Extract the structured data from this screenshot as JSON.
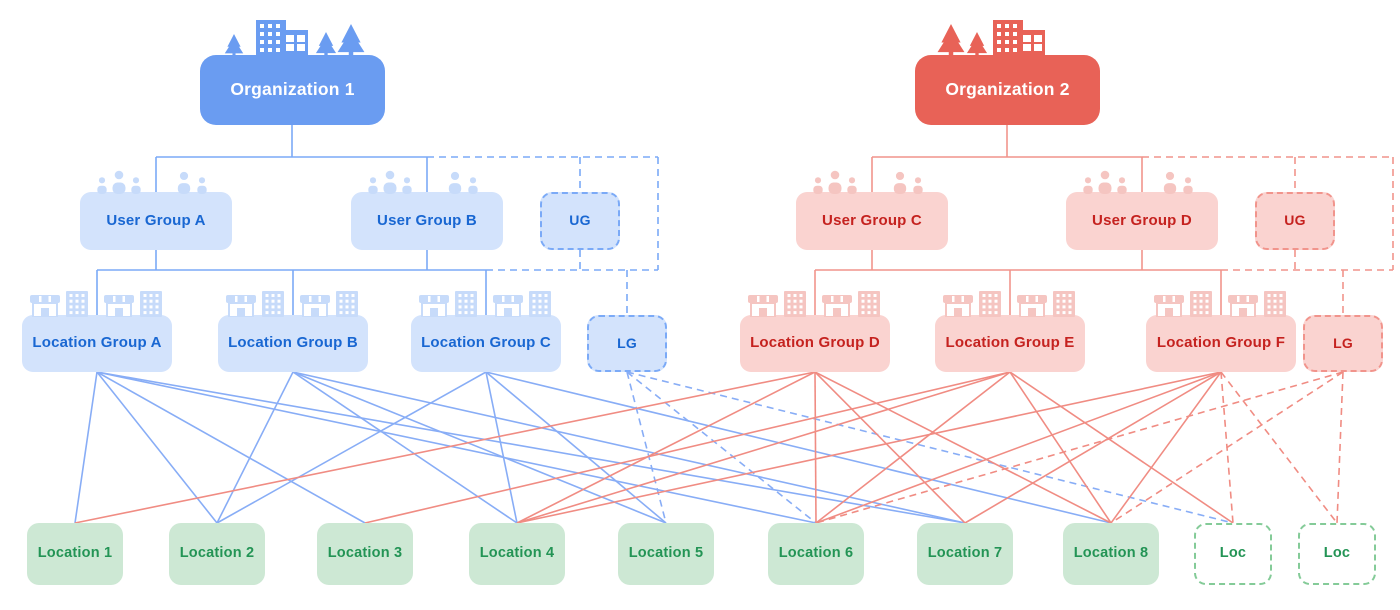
{
  "colors": {
    "org_blue": "#6A9CF1",
    "org_red": "#E86257",
    "light_blue": "#D3E3FC",
    "light_red": "#FAD3D0",
    "blue_text": "#1967D2",
    "red_text": "#C5221F",
    "blue_line": "#88ADF6",
    "red_line": "#F08C83",
    "dash_blue": "#7BAAF7",
    "dash_red": "#F1948C",
    "green_fill": "#CDE8D4",
    "green_text": "#239455",
    "green_border": "#84CB98",
    "icon_blue": "#C7DBFA",
    "icon_red": "#F5C5C1"
  },
  "diagram": {
    "organizations": [
      {
        "id": "org1",
        "label": "Organization 1",
        "theme": "blue"
      },
      {
        "id": "org2",
        "label": "Organization 2",
        "theme": "red"
      }
    ],
    "user_groups": [
      {
        "id": "ugA",
        "label": "User Group A",
        "theme": "blue",
        "placeholder": false
      },
      {
        "id": "ugB",
        "label": "User Group B",
        "theme": "blue",
        "placeholder": false
      },
      {
        "id": "ugX",
        "label": "UG",
        "theme": "blue",
        "placeholder": true
      },
      {
        "id": "ugC",
        "label": "User Group C",
        "theme": "red",
        "placeholder": false
      },
      {
        "id": "ugD",
        "label": "User Group D",
        "theme": "red",
        "placeholder": false
      },
      {
        "id": "ugY",
        "label": "UG",
        "theme": "red",
        "placeholder": true
      }
    ],
    "location_groups": [
      {
        "id": "lgA",
        "label": "Location Group A",
        "theme": "blue",
        "placeholder": false
      },
      {
        "id": "lgB",
        "label": "Location Group B",
        "theme": "blue",
        "placeholder": false
      },
      {
        "id": "lgC",
        "label": "Location Group C",
        "theme": "blue",
        "placeholder": false
      },
      {
        "id": "lgX",
        "label": "LG",
        "theme": "blue",
        "placeholder": true
      },
      {
        "id": "lgD",
        "label": "Location Group D",
        "theme": "red",
        "placeholder": false
      },
      {
        "id": "lgE",
        "label": "Location Group E",
        "theme": "red",
        "placeholder": false
      },
      {
        "id": "lgF",
        "label": "Location Group F",
        "theme": "red",
        "placeholder": false
      },
      {
        "id": "lgY",
        "label": "LG",
        "theme": "red",
        "placeholder": true
      }
    ],
    "locations": [
      {
        "id": "loc1",
        "label": "Location 1",
        "placeholder": false
      },
      {
        "id": "loc2",
        "label": "Location 2",
        "placeholder": false
      },
      {
        "id": "loc3",
        "label": "Location 3",
        "placeholder": false
      },
      {
        "id": "loc4",
        "label": "Location 4",
        "placeholder": false
      },
      {
        "id": "loc5",
        "label": "Location 5",
        "placeholder": false
      },
      {
        "id": "loc6",
        "label": "Location 6",
        "placeholder": false
      },
      {
        "id": "loc7",
        "label": "Location 7",
        "placeholder": false
      },
      {
        "id": "loc8",
        "label": "Location 8",
        "placeholder": false
      },
      {
        "id": "locX1",
        "label": "Loc",
        "placeholder": true
      },
      {
        "id": "locX2",
        "label": "Loc",
        "placeholder": true
      }
    ],
    "edges": [
      {
        "from": "lgA",
        "to": "loc1",
        "style": "solid"
      },
      {
        "from": "lgA",
        "to": "loc2",
        "style": "solid"
      },
      {
        "from": "lgA",
        "to": "loc3",
        "style": "solid"
      },
      {
        "from": "lgA",
        "to": "loc6",
        "style": "solid"
      },
      {
        "from": "lgA",
        "to": "loc7",
        "style": "solid"
      },
      {
        "from": "lgB",
        "to": "loc2",
        "style": "solid"
      },
      {
        "from": "lgB",
        "to": "loc4",
        "style": "solid"
      },
      {
        "from": "lgB",
        "to": "loc5",
        "style": "solid"
      },
      {
        "from": "lgB",
        "to": "loc7",
        "style": "solid"
      },
      {
        "from": "lgC",
        "to": "loc2",
        "style": "solid"
      },
      {
        "from": "lgC",
        "to": "loc4",
        "style": "solid"
      },
      {
        "from": "lgC",
        "to": "loc5",
        "style": "solid"
      },
      {
        "from": "lgC",
        "to": "loc8",
        "style": "solid"
      },
      {
        "from": "lgX",
        "to": "loc5",
        "style": "dashed"
      },
      {
        "from": "lgX",
        "to": "loc6",
        "style": "dashed"
      },
      {
        "from": "lgX",
        "to": "locX1",
        "style": "dashed"
      },
      {
        "from": "lgD",
        "to": "loc1",
        "style": "solid"
      },
      {
        "from": "lgD",
        "to": "loc4",
        "style": "solid"
      },
      {
        "from": "lgD",
        "to": "loc6",
        "style": "solid"
      },
      {
        "from": "lgD",
        "to": "loc7",
        "style": "solid"
      },
      {
        "from": "lgD",
        "to": "loc8",
        "style": "solid"
      },
      {
        "from": "lgE",
        "to": "loc3",
        "style": "solid"
      },
      {
        "from": "lgE",
        "to": "loc4",
        "style": "solid"
      },
      {
        "from": "lgE",
        "to": "loc6",
        "style": "solid"
      },
      {
        "from": "lgE",
        "to": "loc8",
        "style": "solid"
      },
      {
        "from": "lgE",
        "to": "locX1",
        "style": "solid"
      },
      {
        "from": "lgF",
        "to": "loc4",
        "style": "solid"
      },
      {
        "from": "lgF",
        "to": "loc6",
        "style": "solid"
      },
      {
        "from": "lgF",
        "to": "loc7",
        "style": "solid"
      },
      {
        "from": "lgF",
        "to": "loc8",
        "style": "solid"
      },
      {
        "from": "lgF",
        "to": "locX1",
        "style": "dashed"
      },
      {
        "from": "lgF",
        "to": "locX2",
        "style": "dashed"
      },
      {
        "from": "lgY",
        "to": "loc6",
        "style": "dashed"
      },
      {
        "from": "lgY",
        "to": "loc8",
        "style": "dashed"
      },
      {
        "from": "lgY",
        "to": "locX2",
        "style": "dashed"
      }
    ]
  }
}
